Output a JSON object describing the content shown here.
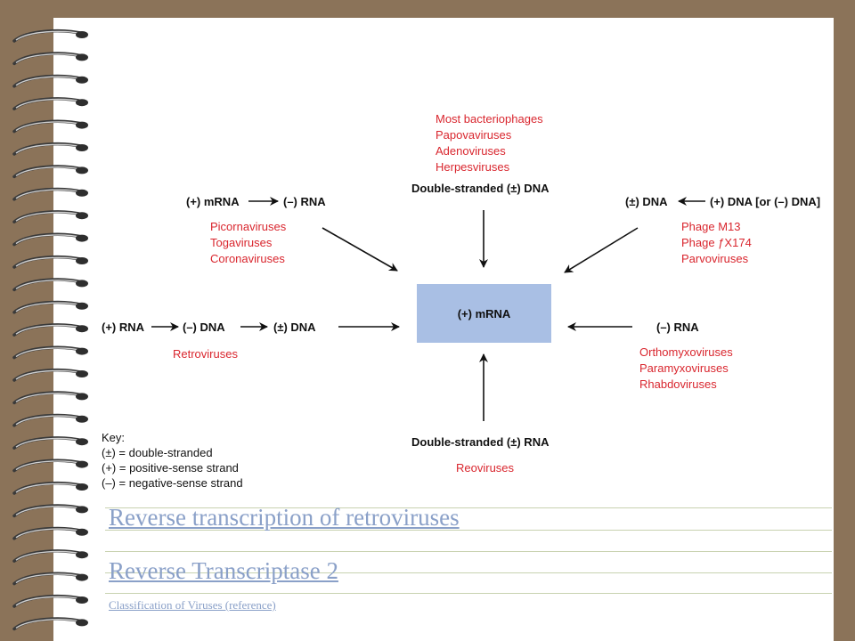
{
  "diagram": {
    "center": "(+) mRNA",
    "top": {
      "list": [
        "Most bacteriophages",
        "Papovaviruses",
        "Adenoviruses",
        "Herpesviruses"
      ],
      "label": "Double-stranded (±) DNA"
    },
    "top_left": {
      "label_a": "(+) mRNA",
      "label_b": "(–) RNA",
      "list": [
        "Picornaviruses",
        "Togaviruses",
        "Coronaviruses"
      ]
    },
    "top_right": {
      "label_a": "(±) DNA",
      "label_b": "(+) DNA [or (–) DNA]",
      "list": [
        "Phage M13",
        "Phage ƒX174",
        "Parvoviruses"
      ]
    },
    "left": {
      "label_a": "(+) RNA",
      "label_b": "(–) DNA",
      "label_c": "(±) DNA",
      "list": [
        "Retroviruses"
      ]
    },
    "right": {
      "label": "(–) RNA",
      "list": [
        "Orthomyxoviruses",
        "Paramyxoviruses",
        "Rhabdoviruses"
      ]
    },
    "bottom": {
      "label": "Double-stranded (±) RNA",
      "list": [
        "Reoviruses"
      ]
    },
    "key": {
      "title": "Key:",
      "items": [
        "(±) = double-stranded",
        "(+) = positive-sense strand",
        "(–) = negative-sense strand"
      ]
    }
  },
  "links": [
    "Reverse transcription of retroviruses",
    "Reverse Transcriptase 2",
    "Classification of Viruses (reference)"
  ],
  "colors": {
    "background": "#8b7359",
    "page": "#ffffff",
    "center_box": "#a9bfe4",
    "virus_list": "#d9262e",
    "link": "#8aa0c8"
  }
}
